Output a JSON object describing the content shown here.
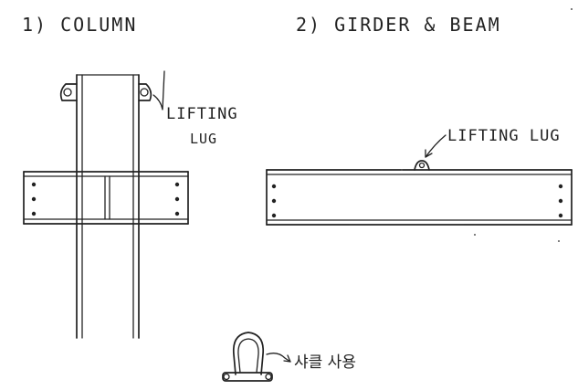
{
  "sections": [
    {
      "heading": "1) COLUMN",
      "lug_label_line1": "LIFTING",
      "lug_label_line2": "LUG"
    },
    {
      "heading": "2) GIRDER & BEAM",
      "lug_label": "LIFTING LUG"
    }
  ],
  "shackle": {
    "note": "샤클 사용",
    "icon": "shackle-icon"
  },
  "colors": {
    "ink": "#222222",
    "paper": "#ffffff"
  }
}
